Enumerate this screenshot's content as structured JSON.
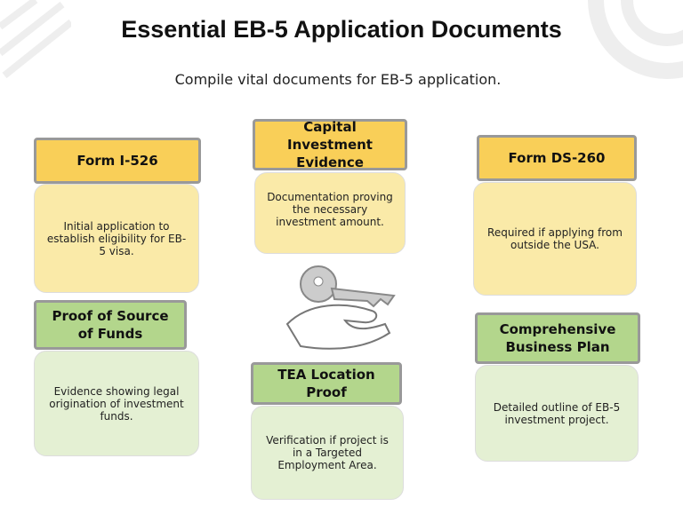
{
  "title": "Essential EB-5 Application Documents",
  "subtitle": "Compile vital documents for EB-5 application.",
  "cards": [
    {
      "title": "Form I-526",
      "text": "Initial application to establish eligibility for EB-5 visa.",
      "color": "#f9cf58"
    },
    {
      "title": "Capital Investment Evidence",
      "text": "Documentation proving the necessary investment amount.",
      "color": "#f9cf58"
    },
    {
      "title": "Form DS-260",
      "text": "Required if applying from outside the USA.",
      "color": "#f9cf58"
    },
    {
      "title": "Proof of Source of Funds",
      "text": "Evidence showing legal origination of investment funds.",
      "color": "#b3d68c"
    },
    {
      "title": "TEA Location Proof",
      "text": "Verification if project is in a Targeted Employment Area.",
      "color": "#b3d68c"
    },
    {
      "title": "Comprehensive Business Plan",
      "text": "Detailed outline of EB-5 investment project.",
      "color": "#b3d68c"
    }
  ]
}
